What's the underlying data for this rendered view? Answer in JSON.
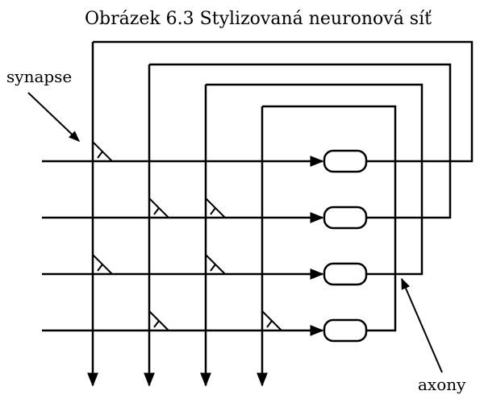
{
  "title": "Obrázek 6.3 Stylizovaná neuronová síť",
  "labels": {
    "synapse": "synapse",
    "axony": "axony"
  },
  "inputs": [
    {
      "name": "input-line-1"
    },
    {
      "name": "input-line-2"
    },
    {
      "name": "input-line-3"
    },
    {
      "name": "input-line-4"
    }
  ],
  "neurons": [
    {
      "name": "neuron-1"
    },
    {
      "name": "neuron-2"
    },
    {
      "name": "neuron-3"
    },
    {
      "name": "neuron-4"
    }
  ],
  "synapses": [
    {
      "row": 1,
      "column": 1
    },
    {
      "row": 2,
      "column": 2
    },
    {
      "row": 2,
      "column": 3
    },
    {
      "row": 3,
      "column": 1
    },
    {
      "row": 3,
      "column": 3
    },
    {
      "row": 4,
      "column": 2
    },
    {
      "row": 4,
      "column": 4
    }
  ],
  "colors": {
    "stroke": "#000000",
    "background": "#ffffff"
  }
}
